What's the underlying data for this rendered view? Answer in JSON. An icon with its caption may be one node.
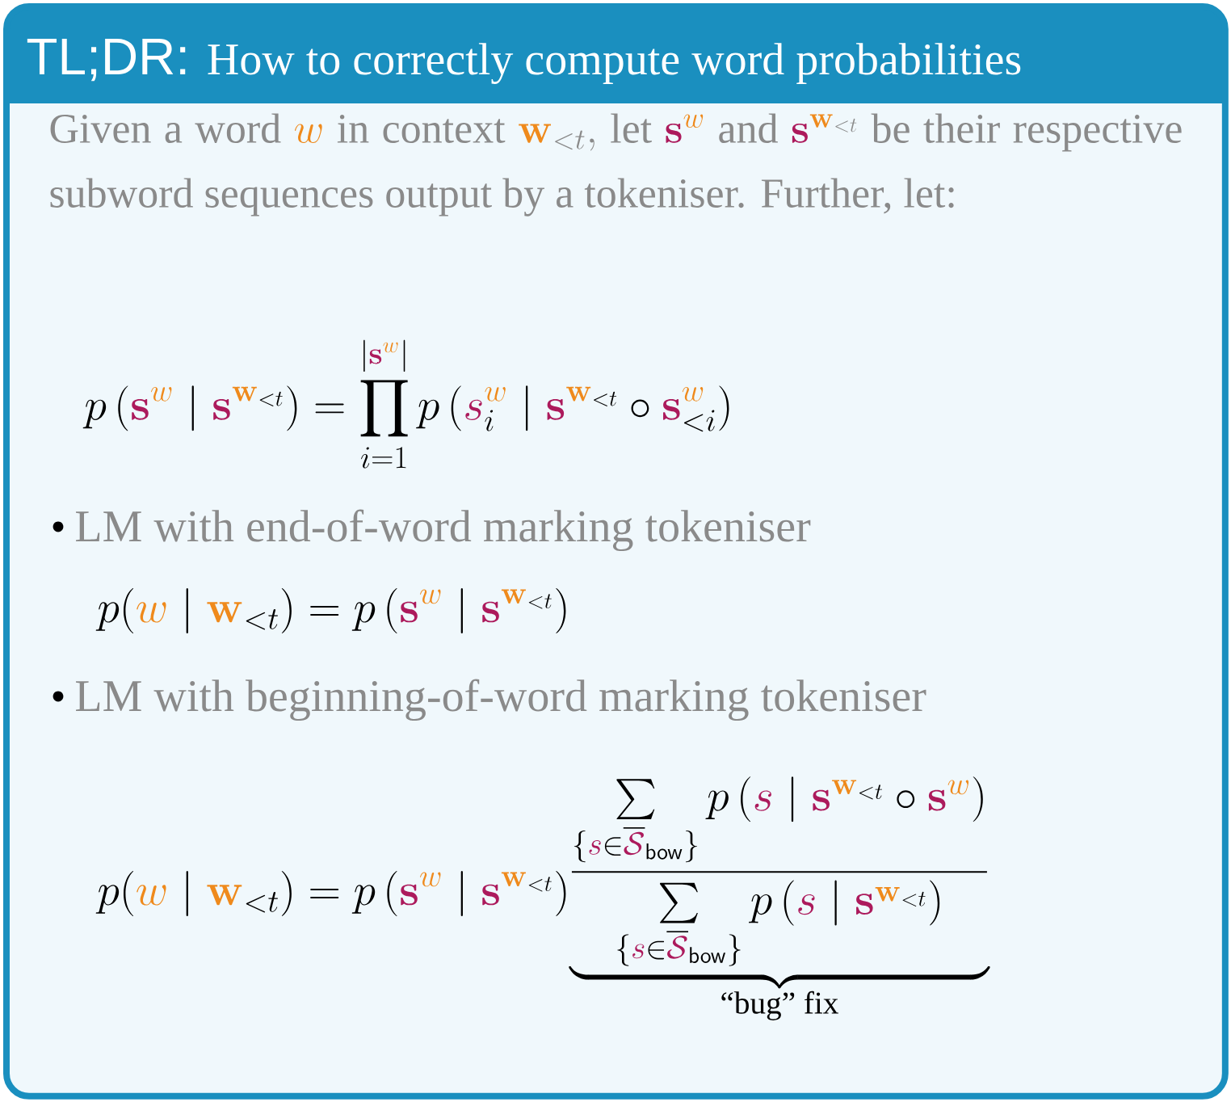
{
  "diagram": {
    "nodes": [
      {
        "text": [
          "TL;DR:",
          "How to correctly compute word probabilities",
          "Given a word",
          "\\textcolor{hlw}{w}",
          "in context",
          "\\textcolor{hlw}{\\mathbf{w}}_{<t},",
          "let",
          "\\textcolor{hls}{\\mathbf{s}}^{\\textcolor{hlw}{w}}",
          "and",
          "\\textcolor{hls}{\\mathbf{s}}^{\\textcolor{hlw}{\\mathbf{w}}_{<t}}",
          "be their respective subword sequences output by a tokeniser. Further, let:",
          "p\\left(\\textcolor{hls}{\\mathbf{s}}^{\\textcolor{hlw}{w}} \\mid \\textcolor{hls}{\\mathbf{s}}^{\\textcolor{hlw}{\\mathbf{w}}_{<t}}\\right) = \\prod_{i=1}^{|\\textcolor{hls}{\\mathbf{s}}^{\\textcolor{hlw}{w}}|} p\\left(\\textcolor{hls}{s}_i^{\\textcolor{hlw}{w}} \\mid \\textcolor{hls}{\\mathbf{s}}^{\\textcolor{hlw}{\\mathbf{w}}_{<t}} \\circ \\textcolor{hls}{\\mathbf{s}}^{\\textcolor{hlw}{w}}_{<i}\\right)",
          "LM with end-of-word marking tokeniser",
          "p(\\textcolor{hlw}{w} \\mid \\textcolor{hlw}{\\mathbf{w}}_{<t}) = p\\left(\\textcolor{hls}{\\mathbf{s}}^{\\textcolor{hlw}{w}} \\mid \\textcolor{hls}{\\mathbf{s}}^{\\textcolor{hlw}{\\mathbf{w}}_{<t}}\\right)",
          "LM with beginning-of-word marking tokeniser",
          "p(\\textcolor{hlw}{w} \\mid \\textcolor{hlw}{\\mathbf{w}}_{<t}) = p\\left(\\textcolor{hls}{\\mathbf{s}}^{\\textcolor{hlw}{w}} \\mid \\textcolor{hls}{\\mathbf{s}}^{\\textcolor{hlw}{\\mathbf{w}}_{<t}}\\right)^{\\smash[b]{\\displaystyle\\underbrace{\\frac{\\sum\\limits_{\\{\\textcolor{hls}{s}\\in\\overline{\\textcolor{hls}{\\mathcal{S}}}_{\\mathsf{bow}}\\}} p\\left(\\textcolor{hls}{s} \\mid \\textcolor{hls}{\\mathbf{s}}^{\\textcolor{hlw}{\\mathbf{w}}_{<t}} \\circ \\textcolor{hls}{\\mathbf{s}}^{\\textcolor{hlw}{w}}\\right)}{\\sum\\limits_{\\{\\textcolor{hls}{s}\\in\\overline{\\textcolor{hls}{\\mathcal{S}}}_{\\mathsf{bow}}\\}} p\\left(\\textcolor{hls}{s} \\mid \\textcolor{hls}{\\mathbf{s}}^{\\textcolor{hlw}{\\mathbf{w}}_{<t}}\\right)}}_{\\text{“bug” fix}}}}"
        ]
      }
    ]
  }
}
